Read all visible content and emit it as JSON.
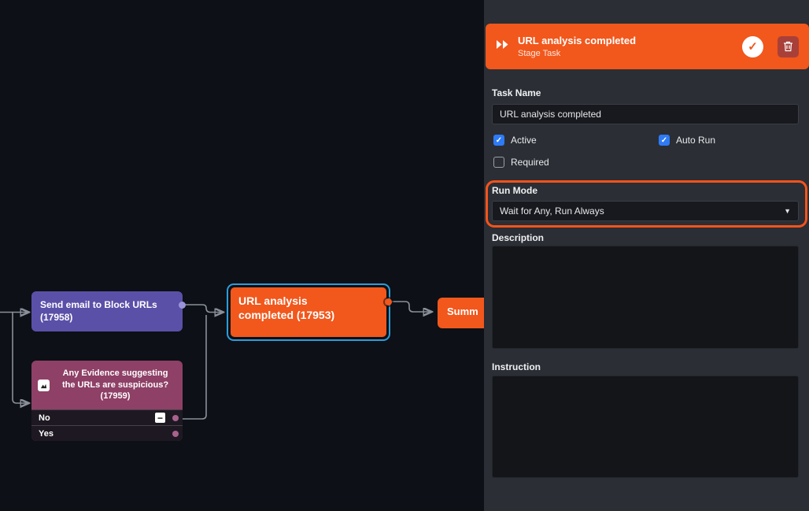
{
  "colors": {
    "canvas_bg": "#0d1016",
    "panel_bg": "#2b2e34",
    "accent_orange": "#f2571c",
    "highlight_orange": "#f4531b",
    "selection_blue": "#2d9cdb",
    "checkbox_blue": "#2e7bf6",
    "node_purple": "#5b50a8",
    "node_plum": "#8e4066",
    "field_bg": "#17191e",
    "textarea_bg": "#131519",
    "edge_gray": "#8a9099",
    "delete_red": "#a84039",
    "dot_purple": "#9b93d9",
    "dot_mauve": "#a8628d"
  },
  "icons": {
    "confirm": "✓",
    "caret_down": "▼",
    "collapse": "−"
  },
  "canvas": {
    "nodes": {
      "send_email": {
        "line1": "Send email to Block URLs",
        "line2": "(17958)"
      },
      "evidence": {
        "line1": "Any Evidence suggesting",
        "line2": "the URLs are suspicious?",
        "line3": "(17959)",
        "options": [
          {
            "label": "No"
          },
          {
            "label": "Yes"
          }
        ]
      },
      "url_analysis": {
        "line1": "URL analysis",
        "line2": "completed (17953)"
      },
      "summary": {
        "label": "Summ"
      }
    }
  },
  "panel": {
    "header": {
      "title": "URL analysis completed",
      "subtitle": "Stage Task"
    },
    "task_name_label": "Task Name",
    "task_name_value": "URL analysis completed",
    "checkboxes": [
      {
        "label": "Active",
        "checked": true
      },
      {
        "label": "Auto Run",
        "checked": true
      },
      {
        "label": "Required",
        "checked": false
      }
    ],
    "run_mode_label": "Run Mode",
    "run_mode_value": "Wait for Any, Run Always",
    "description_label": "Description",
    "description_value": "",
    "instruction_label": "Instruction",
    "instruction_value": ""
  }
}
